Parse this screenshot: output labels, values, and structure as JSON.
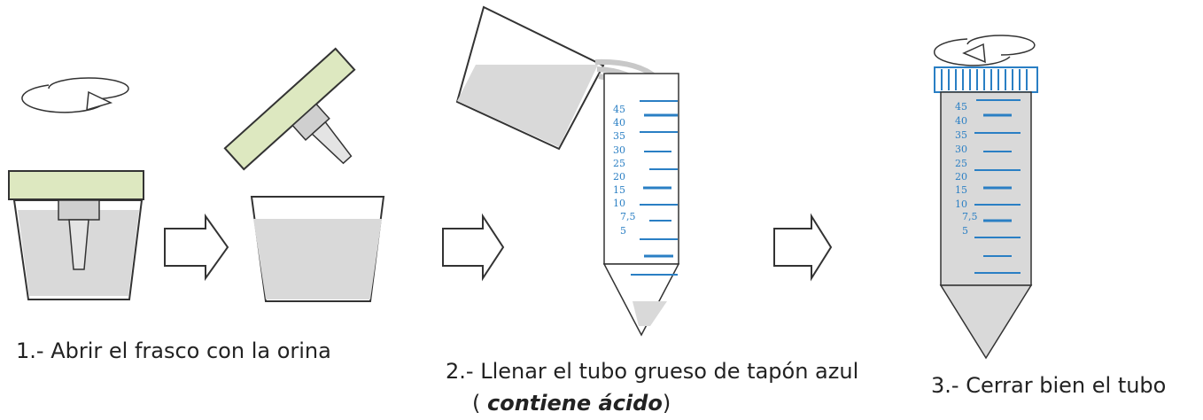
{
  "steps": [
    {
      "number": "1.-",
      "text": "Abrir el frasco con la orina"
    },
    {
      "number": "2.-",
      "text": "Llenar el tubo grueso de tapón azul",
      "note_open": "( ",
      "note_emph": "contiene ácido",
      "note_close": ")"
    },
    {
      "number": "3.-",
      "text": "Cerrar bien el tubo"
    }
  ],
  "tube_scale": [
    "45",
    "40",
    "35",
    "30",
    "25",
    "20",
    "15",
    "10",
    "7,5",
    "5"
  ],
  "colors": {
    "lid": "#dde8c0",
    "liquid": "#d9d9d9",
    "scale": "#2a7fc4",
    "cap": "#2a7fc4"
  },
  "icons": [
    "rotate-arrow-icon",
    "right-arrow-icon",
    "pour-stream-icon"
  ]
}
